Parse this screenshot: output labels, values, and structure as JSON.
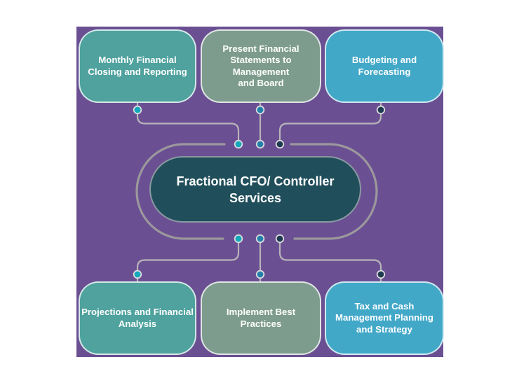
{
  "diagram": {
    "center": {
      "label": "Fractional CFO/ Controller\nServices"
    },
    "nodes": [
      {
        "id": "monthly-financial-closing",
        "label": "Monthly Financial\nClosing and Reporting",
        "position": "top-left"
      },
      {
        "id": "present-financial-statements",
        "label": "Present Financial\nStatements to\nManagement\nand Board",
        "position": "top-center"
      },
      {
        "id": "budgeting-and-forecasting",
        "label": "Budgeting and\nForecasting",
        "position": "top-right"
      },
      {
        "id": "projections-financial-analysis",
        "label": "Projections and Financial\nAnalysis",
        "position": "bottom-left"
      },
      {
        "id": "implement-best-practices",
        "label": "Implement Best\nPractices",
        "position": "bottom-center"
      },
      {
        "id": "tax-cash-management-planning",
        "label": "Tax and Cash\nManagement Planning\nand Strategy",
        "position": "bottom-right"
      }
    ]
  },
  "colors": {
    "panel_purple": "#6B4F93",
    "node_teal": "#4FA29E",
    "node_sage": "#7D9C8D",
    "node_blue": "#42A8C8",
    "pill_dark_teal": "#204E5B",
    "dot_cyan": "#12A9BC",
    "dot_blue": "#2380A9",
    "dot_navy": "#1E3A50",
    "dot_ring": "#DCDADD",
    "connector_line": "#B7B4B8",
    "stadium_outline": "#9B989C",
    "text_white": "#FFFFFF"
  }
}
